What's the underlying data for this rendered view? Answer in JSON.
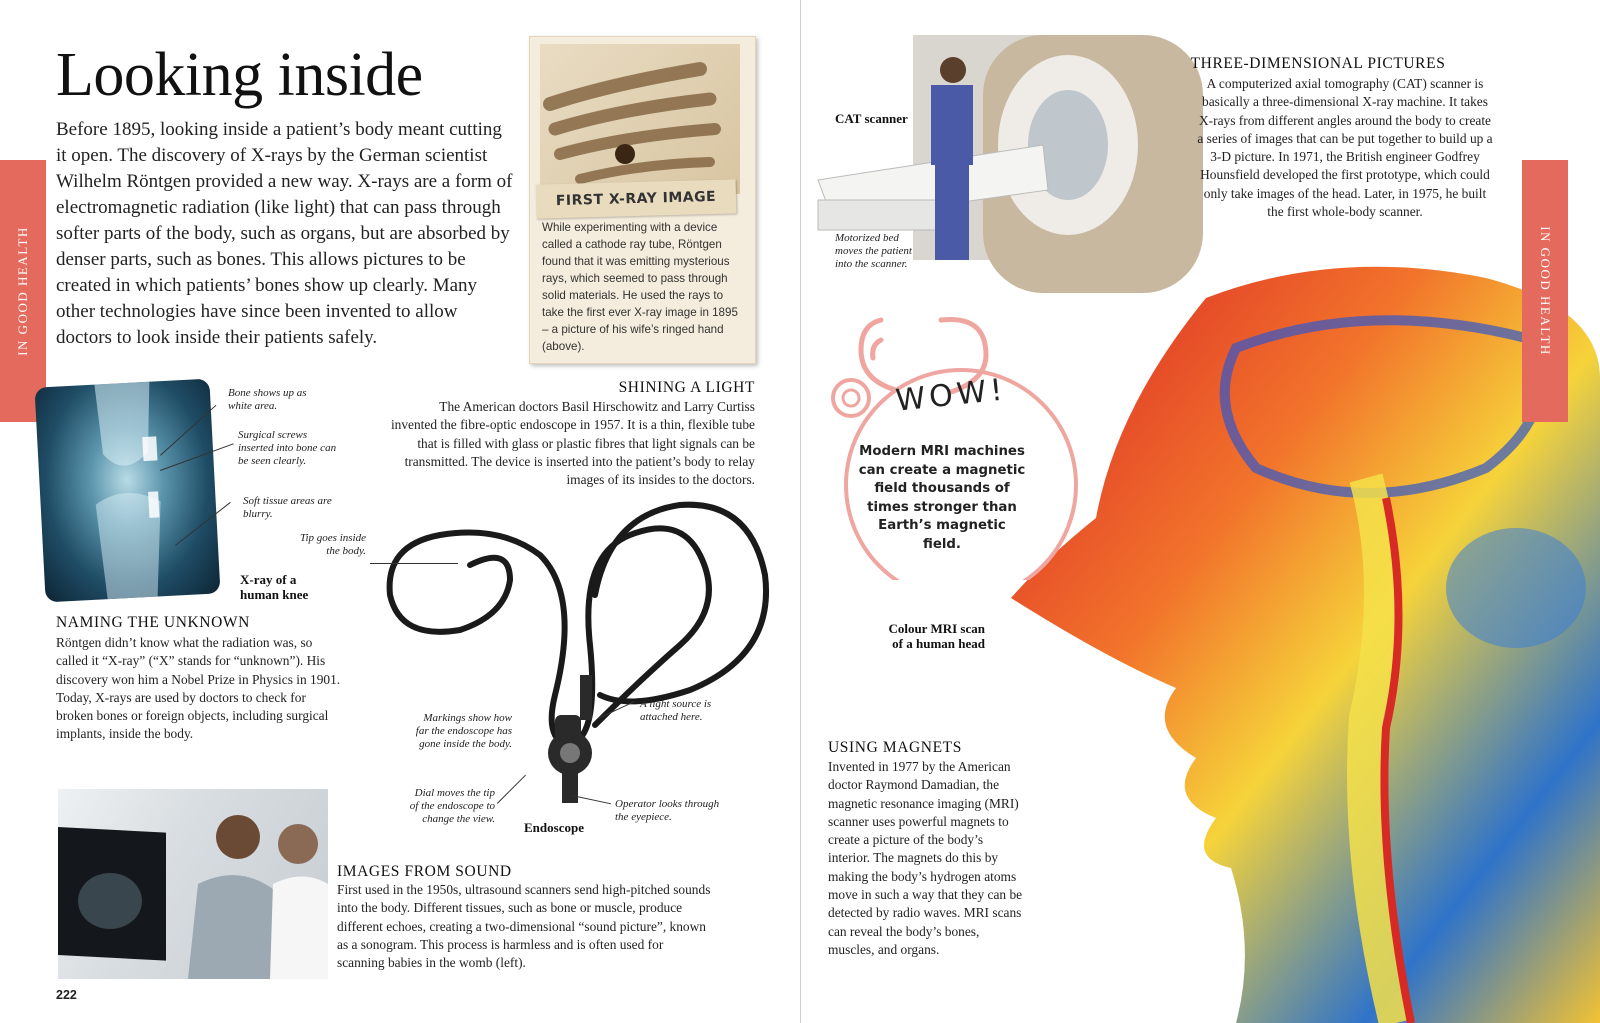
{
  "left_page": {
    "tab_label": "IN GOOD HEALTH",
    "title": "Looking inside",
    "intro": "Before 1895, looking inside a patient’s body meant cutting it open. The discovery of X-rays by the German scientist Wilhelm Röntgen provided a new way. X-rays are a form of electromagnetic radiation (like light) that can pass through softer parts of the body, such as organs, but are absorbed by denser parts, such as bones. This allows pictures to be created in which patients’ bones show up clearly. Many other technologies have since been invented to allow doctors to look inside their patients safely.",
    "first_xray": {
      "caption": "FIRST X-RAY IMAGE",
      "text": "While experimenting with a device called a cathode ray tube, Röntgen found that it was emitting mysterious rays, which seemed to pass through solid materials. He used the rays to take the first ever X-ray image in 1895 – a picture of his wife’s ringed hand (above)."
    },
    "knee": {
      "ann1": "Bone shows up as white area.",
      "ann2": "Surgical screws inserted into bone can be seen clearly.",
      "ann3": "Soft tissue areas are blurry.",
      "label": "X-ray of a human knee"
    },
    "shining": {
      "heading": "SHINING A LIGHT",
      "text": "The American doctors Basil Hirschowitz and Larry Curtiss invented the fibre-optic endoscope in 1957. It is a thin, flexible tube that is filled with glass or plastic fibres that light signals can be transmitted. The device is inserted into the patient’s body to relay images of its insides to the doctors."
    },
    "naming": {
      "heading": "NAMING THE UNKNOWN",
      "text": "Röntgen didn’t know what the radiation was, so called it “X-ray” (“X” stands for “unknown”). His discovery won him a Nobel Prize in Physics in 1901. Today, X-rays are used by doctors to check for broken bones or foreign objects, including surgical implants, inside the body."
    },
    "endoscope": {
      "tip": "Tip goes inside the body.",
      "markings": "Markings show how far the endoscope has gone inside the body.",
      "light": "A light source is attached here.",
      "dial": "Dial moves the tip of the endoscope to change the view.",
      "operator": "Operator looks through the eyepiece.",
      "label": "Endoscope"
    },
    "sound": {
      "heading": "IMAGES FROM SOUND",
      "text": "First used in the 1950s, ultrasound scanners send high-pitched sounds into the body. Different tissues, such as bone or muscle, produce different echoes, creating a two-dimensional “sound picture”, known as a sonogram. This process is harmless and is often used for scanning babies in the womb (left)."
    },
    "page_number": "222"
  },
  "right_page": {
    "tab_label": "IN GOOD HEALTH",
    "cat_label": "CAT scanner",
    "bed_note": "Motorized bed moves the patient into the scanner.",
    "three_d": {
      "heading": "THREE-DIMENSIONAL PICTURES",
      "text": "A computerized axial tomography (CAT) scanner is basically a three-dimensional X-ray machine. It takes X-rays from different angles around the body to create a series of images that can be put together to build up a 3-D picture. In 1971, the British engineer Godfrey Hounsfield developed the first prototype, which could only take images of the head. Later, in 1975, he built the first whole-body scanner."
    },
    "wow": {
      "title": "WOW!",
      "text": "Modern MRI machines can create a magnetic field thousands of times stronger than Earth’s magnetic field."
    },
    "mri_label": "Colour MRI scan of a human head",
    "magnets": {
      "heading": "USING MAGNETS",
      "text": "Invented in 1977 by the American doctor Raymond Damadian, the magnetic resonance imaging (MRI) scanner uses powerful magnets to create a picture of the body’s interior. The magnets do this by making the body’s hydrogen atoms move in such a way that they can be detected by radio waves. MRI scans can reveal the body’s bones, muscles, and organs."
    }
  },
  "colors": {
    "tab": "#e36a5d",
    "wow_ring": "#f0a6a0",
    "card": "#f4ecdc"
  }
}
